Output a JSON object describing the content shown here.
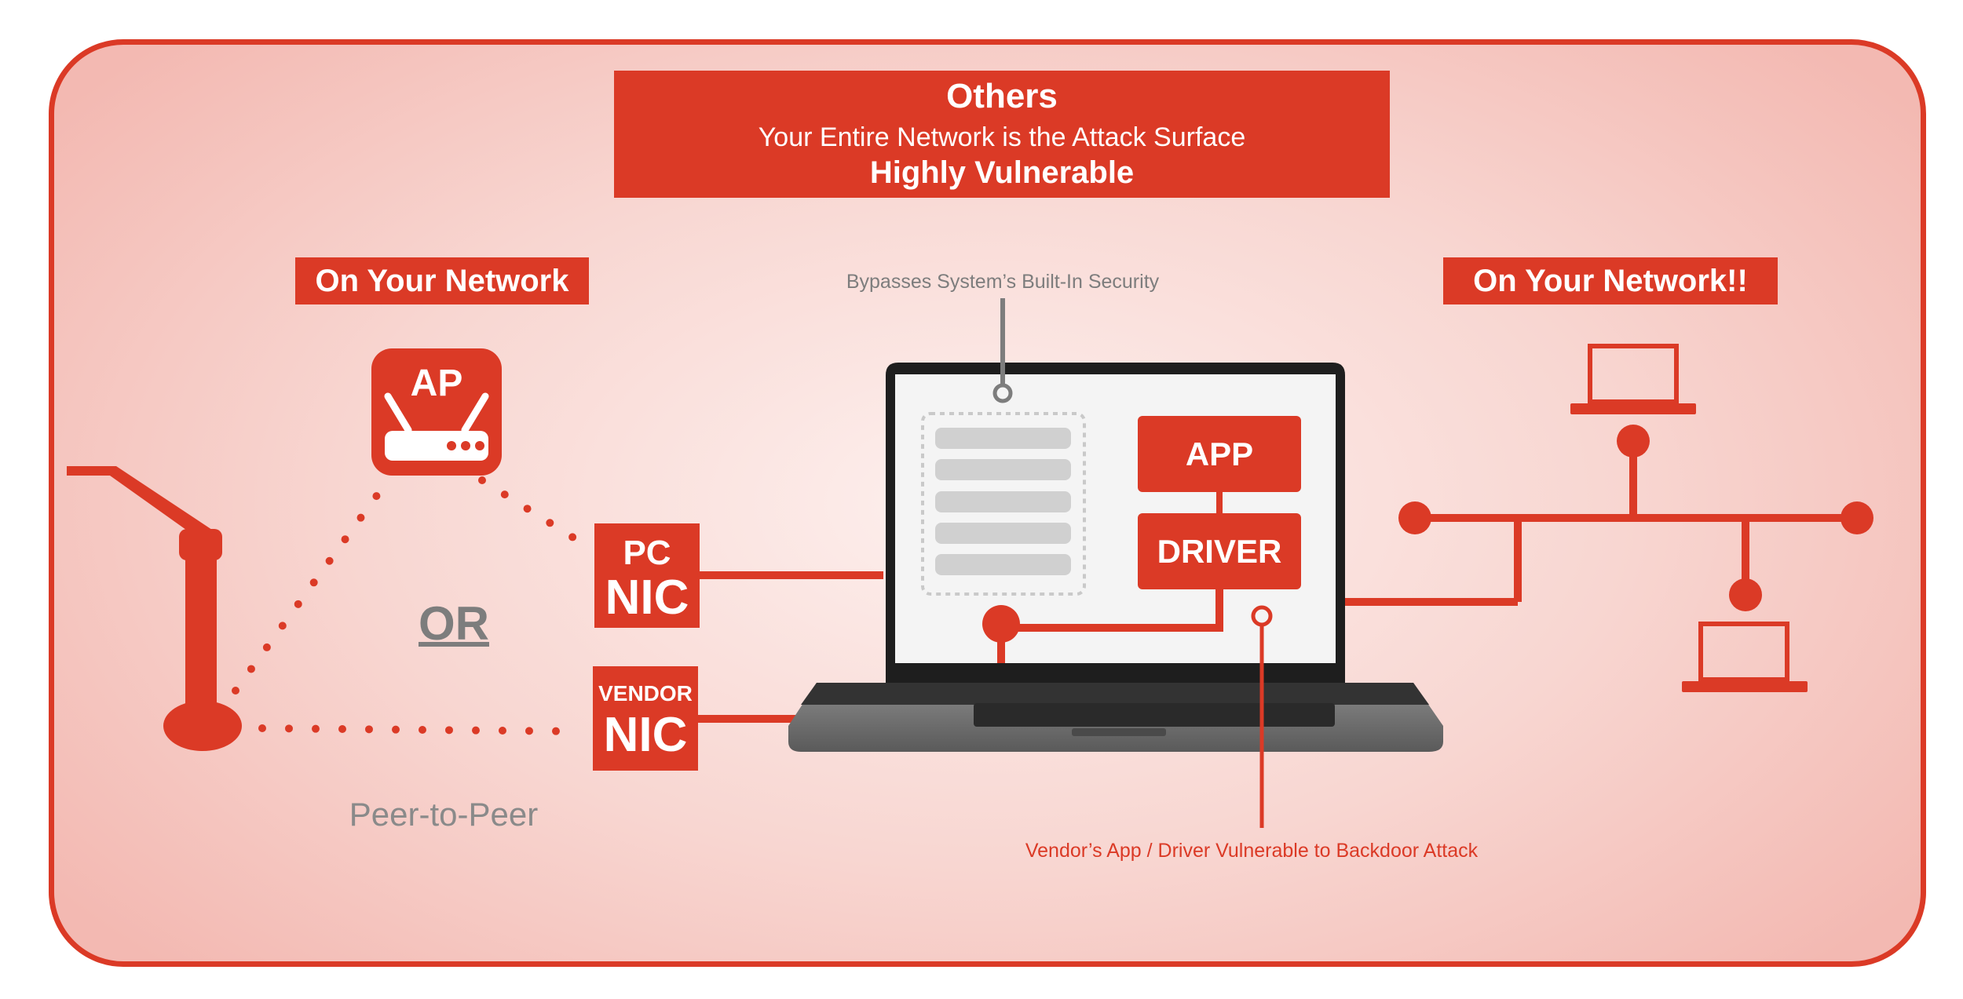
{
  "header": {
    "title": "Others",
    "subtitle": "Your Entire Network is the Attack Surface",
    "tagline": "Highly Vulnerable"
  },
  "left_label": "On Your Network",
  "right_label": "On Your Network!!",
  "bypass_note": "Bypasses System’s Built-In Security",
  "vendor_note": "Vendor’s App / Driver Vulnerable to Backdoor Attack",
  "or_label": "OR",
  "p2p_label": "Peer-to-Peer",
  "ap_label": "AP",
  "pc_nic": {
    "top": "PC",
    "bottom": "NIC"
  },
  "vendor_nic": {
    "top": "VENDOR",
    "bottom": "NIC"
  },
  "app_label": "APP",
  "driver_label": "DRIVER",
  "colors": {
    "accent": "#db3a26",
    "panel_background": "#f6cdc7",
    "laptop_gray": "#6e6e6e",
    "note_gray": "#7d7d7d"
  },
  "icons": [
    "router-icon",
    "document-camera-icon",
    "laptop-icon",
    "network-bus-icon"
  ]
}
